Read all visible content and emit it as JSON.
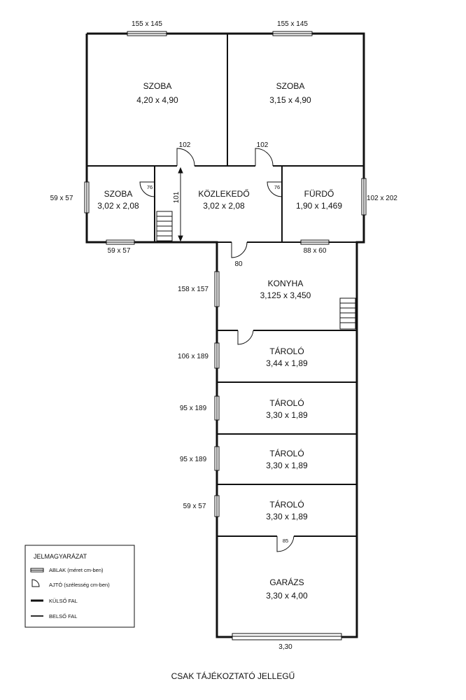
{
  "rooms": {
    "szoba_left": {
      "name": "SZOBA",
      "dim": "4,20 x 4,90"
    },
    "szoba_right": {
      "name": "SZOBA",
      "dim": "3,15 x 4,90"
    },
    "szoba_small": {
      "name": "SZOBA",
      "dim": "3,02 x 2,08"
    },
    "kozlekedo": {
      "name": "KÖZLEKEDŐ",
      "dim": "3,02 x 2,08"
    },
    "furdo": {
      "name": "FÜRDŐ",
      "dim": "1,90 x 1,469"
    },
    "konyha": {
      "name": "KONYHA",
      "dim": "3,125 x 3,450"
    },
    "taroló_1": {
      "name": "TÁROLÓ",
      "dim": "3,44 x 1,89"
    },
    "taroló_2": {
      "name": "TÁROLÓ",
      "dim": "3,30 x 1,89"
    },
    "taroló_3": {
      "name": "TÁROLÓ",
      "dim": "3,30 x 1,89"
    },
    "taroló_4": {
      "name": "TÁROLÓ",
      "dim": "3,30 x 1,89"
    },
    "garazs": {
      "name": "GARÁZS",
      "dim": "3,30 x 4,00"
    }
  },
  "windows": {
    "top_left": "155 x 145",
    "top_right": "155 x 145",
    "left_szoba": "59 x 57",
    "bottom_szoba": "59 x 57",
    "furdo_right": "102 x 202",
    "furdo_bottom": "88 x 60",
    "konyha": "158 x 157",
    "taroló_1": "106 x 189",
    "taroló_2": "95 x 189",
    "taroló_3": "95 x 189",
    "taroló_4": "59 x 57",
    "garazs_bottom": "3,30"
  },
  "doors": {
    "szoba_left": "102",
    "szoba_right": "102",
    "szoba_small": "76",
    "furdo": "76",
    "konyha": "80",
    "garazs": "85"
  },
  "corridor_width": "101",
  "legend": {
    "title": "JELMAGYARÁZAT",
    "ablak": "ABLAK (méret cm-ben)",
    "ajto": "AJTÓ (szélesség cm-ben)",
    "kulso_fal": "KÜLSŐ FAL",
    "belso_fal": "BELSŐ FAL"
  },
  "note": "CSAK TÁJÉKOZTATÓ JELLEGŰ",
  "colors": {
    "wall": "#111111",
    "background": "#ffffff"
  }
}
